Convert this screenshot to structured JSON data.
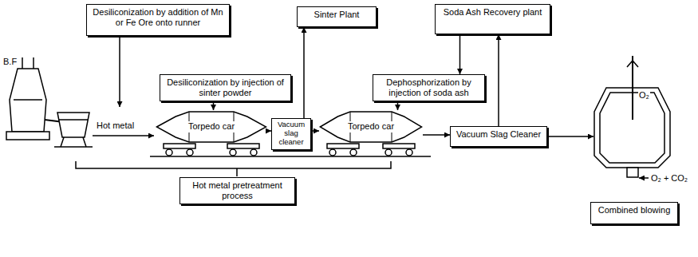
{
  "diagram": {
    "nodes": [
      {
        "text": [
          "Desiliconization by addition of Mn or Fe Ore onto runner"
        ]
      },
      {
        "text": [
          "Sinter Plant"
        ]
      },
      {
        "text": [
          "Soda Ash Recovery plant"
        ]
      },
      {
        "text": [
          "Desiliconization by injection of sinter powder"
        ]
      },
      {
        "text": [
          "Dephosphorization by injection of soda ash"
        ]
      },
      {
        "text": [
          "Torpedo car"
        ]
      },
      {
        "text": [
          "Vacuum slag cleaner"
        ]
      },
      {
        "text": [
          "Torpedo car"
        ]
      },
      {
        "text": [
          "Vacuum Slag Cleaner"
        ]
      },
      {
        "text": [
          "Hot metal pretreatment process"
        ]
      },
      {
        "text": [
          "Combined blowing"
        ]
      }
    ],
    "edges": [
      {
        "from": 3,
        "to": 5,
        "arrow": "to"
      },
      {
        "from": 5,
        "to": 6,
        "arrow": "to"
      },
      {
        "from": 6,
        "to": 1,
        "arrow": "to"
      },
      {
        "from": 6,
        "to": 7,
        "arrow": "to"
      },
      {
        "from": 4,
        "to": 7,
        "arrow": "to"
      },
      {
        "from": 2,
        "to": 4,
        "arrow": "to"
      },
      {
        "from": 7,
        "to": 8,
        "arrow": "to"
      },
      {
        "from": 8,
        "to": 2,
        "arrow": "to"
      }
    ],
    "labels": [
      "B.F",
      "Hot metal",
      "O₂",
      "O₂ + CO₂"
    ]
  }
}
